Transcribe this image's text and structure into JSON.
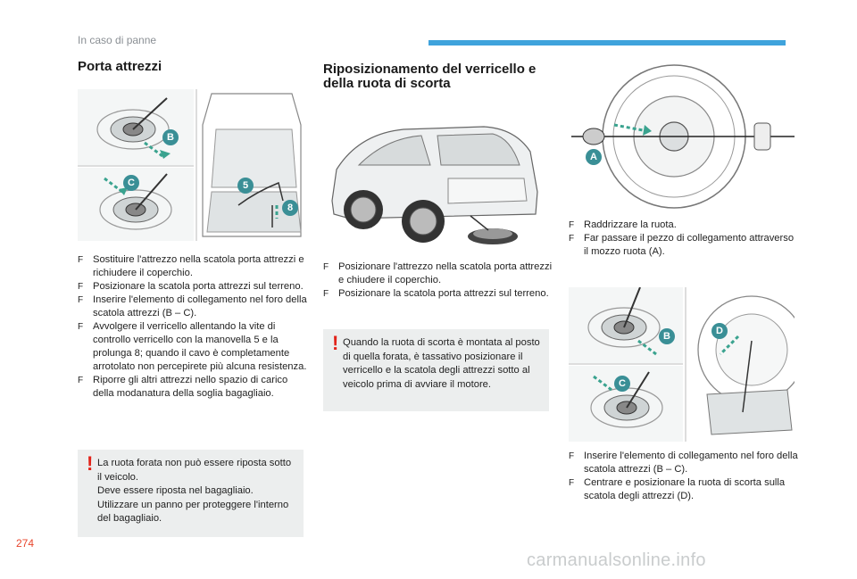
{
  "header": {
    "section": "In caso di panne",
    "accent_color": "#3fa3dc"
  },
  "page_number": "274",
  "watermark": "carmanualsonline.info",
  "col1": {
    "title": "Porta attrezzi",
    "bullets": [
      "Sostituire l'attrezzo nella scatola porta attrezzi e richiudere il coperchio.",
      "Posizionare la scatola porta attrezzi sul terreno.",
      "Inserire l'elemento di collegamento nel foro della scatola attrezzi (B – C).",
      "Avvolgere il verricello allentando la vite di controllo verricello con la manovella 5 e la prolunga 8; quando il cavo è completamente arrotolato non percepirete più alcuna resistenza.",
      "Riporre gli altri attrezzi nello spazio di carico della modanatura della soglia bagagliaio."
    ],
    "warning": [
      "La ruota forata non può essere riposta sotto il veicolo.",
      "Deve essere riposta nel bagagliaio.",
      "Utilizzare un panno per proteggere l'interno del bagagliaio."
    ],
    "labels": {
      "b": "B",
      "c": "C",
      "five": "5",
      "eight": "8"
    }
  },
  "col2": {
    "title_line1": "Riposizionamento del verricello e",
    "title_line2": "della ruota di scorta",
    "bullets": [
      "Posizionare l'attrezzo nella scatola porta attrezzi e chiudere il coperchio.",
      "Posizionare la scatola porta attrezzi sul terreno."
    ],
    "warning": "Quando la ruota di scorta è montata al posto di quella forata, è tassativo posizionare il verricello e la scatola degli attrezzi sotto al veicolo prima di avviare il motore."
  },
  "col3": {
    "bullets_top": [
      "Raddrizzare la ruota.",
      "Far passare il pezzo di collegamento attraverso il mozzo ruota (A)."
    ],
    "bullets_bottom": [
      "Inserire l'elemento di collegamento nel foro della scatola attrezzi (B – C).",
      "Centrare e posizionare la ruota di scorta sulla scatola degli attrezzi (D)."
    ],
    "labels": {
      "a": "A",
      "b": "B",
      "c": "C",
      "d": "D"
    }
  },
  "bullet_marker": "F",
  "warning_marker": "!",
  "colors": {
    "label_teal": "#3a8f96",
    "arrow_green": "#3aa38f",
    "warn_red": "#e2231a",
    "warn_bg": "#eceeee"
  }
}
